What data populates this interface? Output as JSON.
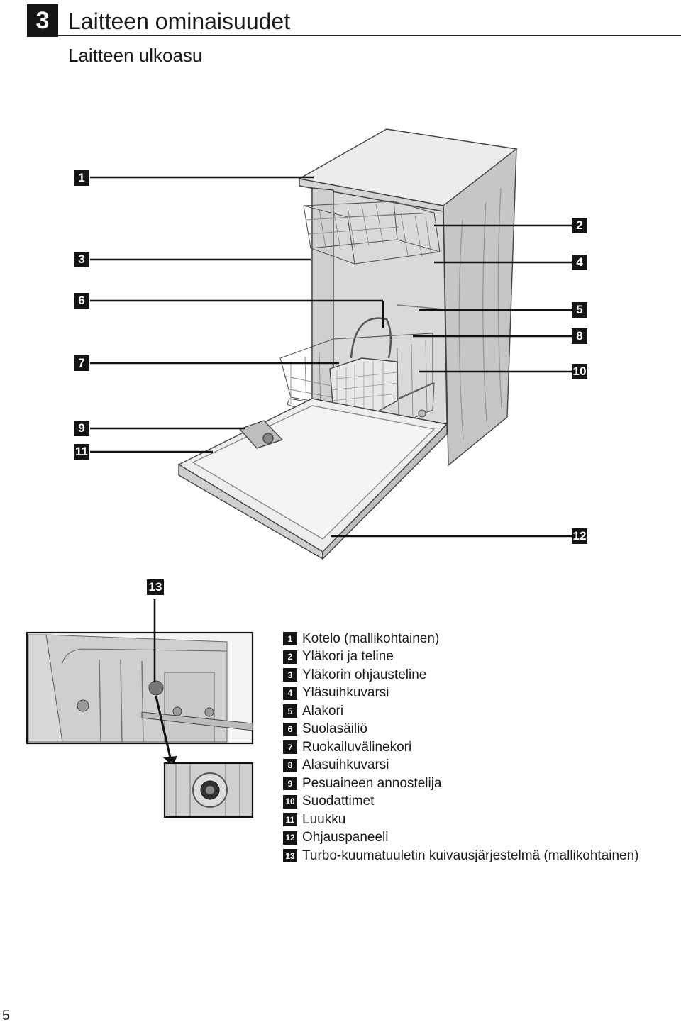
{
  "section": {
    "number": "3",
    "title": "Laitteen ominaisuudet"
  },
  "subtitle": "Laitteen ulkoasu",
  "callouts": [
    "1",
    "2",
    "3",
    "4",
    "5",
    "6",
    "7",
    "8",
    "9",
    "10",
    "11",
    "12",
    "13"
  ],
  "legend": [
    {
      "num": "1",
      "text": "Kotelo (mallikohtainen)"
    },
    {
      "num": "2",
      "text": "Yläkori ja teline"
    },
    {
      "num": "3",
      "text": "Yläkorin ohjausteline"
    },
    {
      "num": "4",
      "text": "Yläsuihkuvarsi"
    },
    {
      "num": "5",
      "text": "Alakori"
    },
    {
      "num": "6",
      "text": "Suolasäiliö"
    },
    {
      "num": "7",
      "text": "Ruokailuvälinekori"
    },
    {
      "num": "8",
      "text": "Alasuihkuvarsi"
    },
    {
      "num": "9",
      "text": "Pesuaineen annostelija"
    },
    {
      "num": "10",
      "text": "Suodattimet"
    },
    {
      "num": "11",
      "text": "Luukku"
    },
    {
      "num": "12",
      "text": "Ohjauspaneeli"
    },
    {
      "num": "13",
      "text": "Turbo-kuumatuuletin kuivausjärjestelmä (mallikohtainen)"
    }
  ],
  "page_number": "5"
}
